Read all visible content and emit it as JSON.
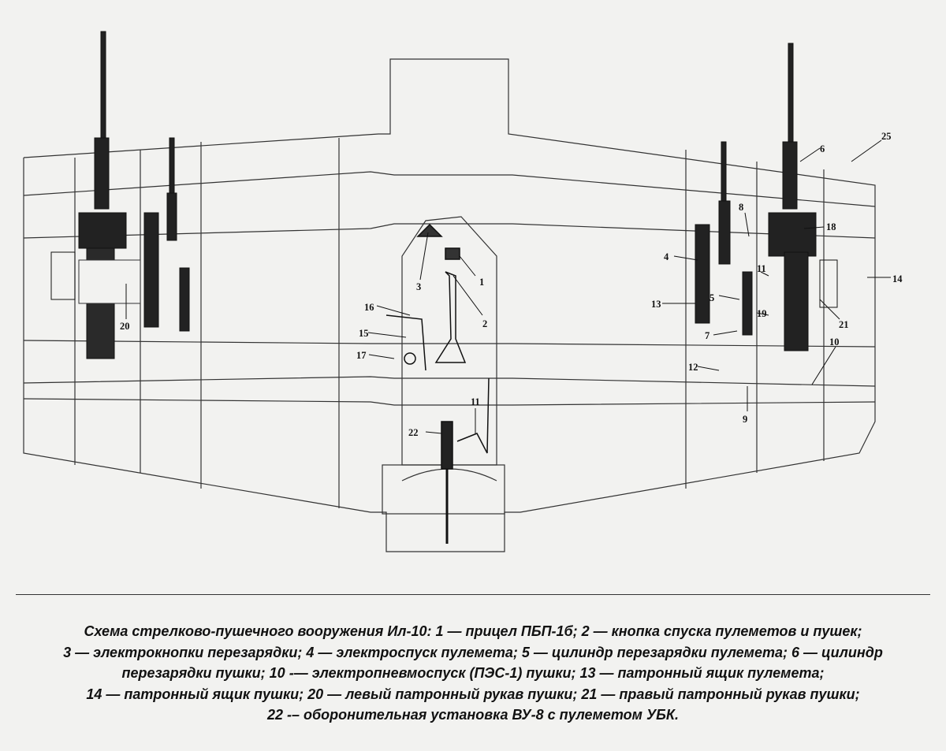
{
  "callouts": {
    "c1": "1",
    "c2": "2",
    "c3": "3",
    "c4": "4",
    "c5": "5",
    "c6": "6",
    "c7": "7",
    "c8": "8",
    "c9": "9",
    "c10": "10",
    "c11_left": "11",
    "c11_right": "11",
    "c12": "12",
    "c13": "13",
    "c14": "14",
    "c15": "15",
    "c16": "16",
    "c17": "17",
    "c18": "18",
    "c19": "19",
    "c20": "20",
    "c21": "21",
    "c22": "22",
    "c25": "25"
  },
  "caption": {
    "line1": "Схема стрелково-пушечного вооружения Ил-10: 1 — прицел ПБП-1б; 2 — кнопка спуска пулеметов и пушек;",
    "line2": "3 — электрокнопки перезарядки; 4 — электроспуск пулемета; 5 — цилиндр перезарядки пулемета; 6 — цилиндр",
    "line3": "перезарядки пушки; 10 -— электропневмоспуск (ПЭС-1) пушки; 13 — патронный ящик пулемета;",
    "line4": "14 — патронный ящик пушки; 20 — левый патронный рукав пушки; 21 — правый патронный рукав пушки;",
    "line5": "22 -– оборонительная установка ВУ-8 с пулеметом УБК."
  }
}
